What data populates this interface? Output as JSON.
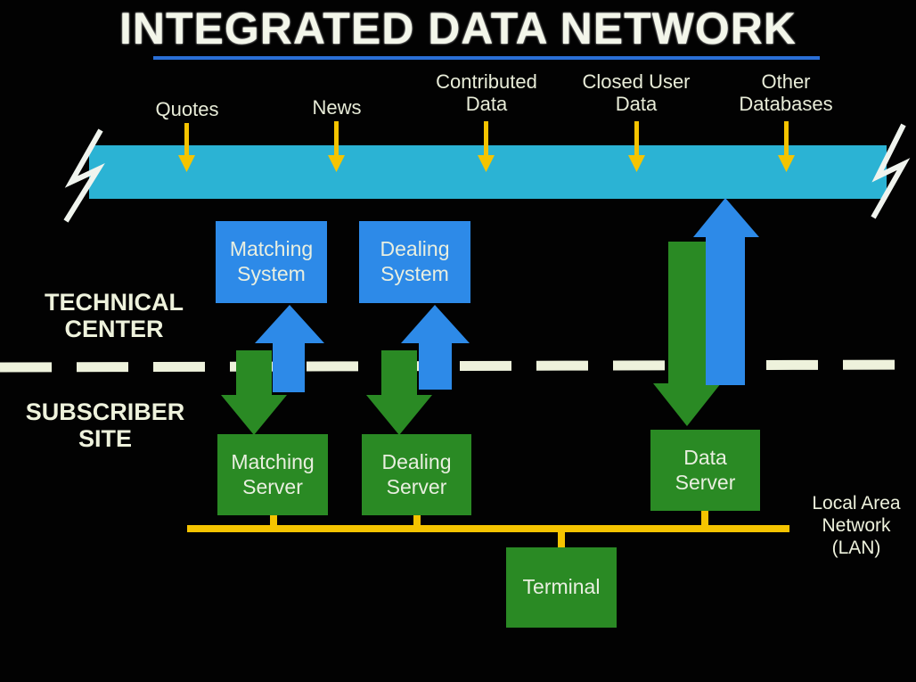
{
  "title": "INTEGRATED DATA NETWORK",
  "sources": [
    "Quotes",
    "News",
    "Contributed Data",
    "Closed User Data",
    "Other Databases"
  ],
  "zones": {
    "technical_center": "TECHNICAL CENTER",
    "subscriber_site": "SUBSCRIBER SITE"
  },
  "systems": {
    "matching": "Matching System",
    "dealing": "Dealing System"
  },
  "servers": {
    "matching": "Matching Server",
    "dealing": "Dealing Server",
    "data": "Data Server"
  },
  "terminal": "Terminal",
  "lan_label": "Local Area Network (LAN)",
  "colors": {
    "network_bus": "#2bb3d4",
    "blue_flow": "#2d8ae8",
    "green_flow": "#2a8a24",
    "source_arrow": "#f5c400",
    "lan": "#f5c400",
    "divider": "#eef2dc"
  }
}
